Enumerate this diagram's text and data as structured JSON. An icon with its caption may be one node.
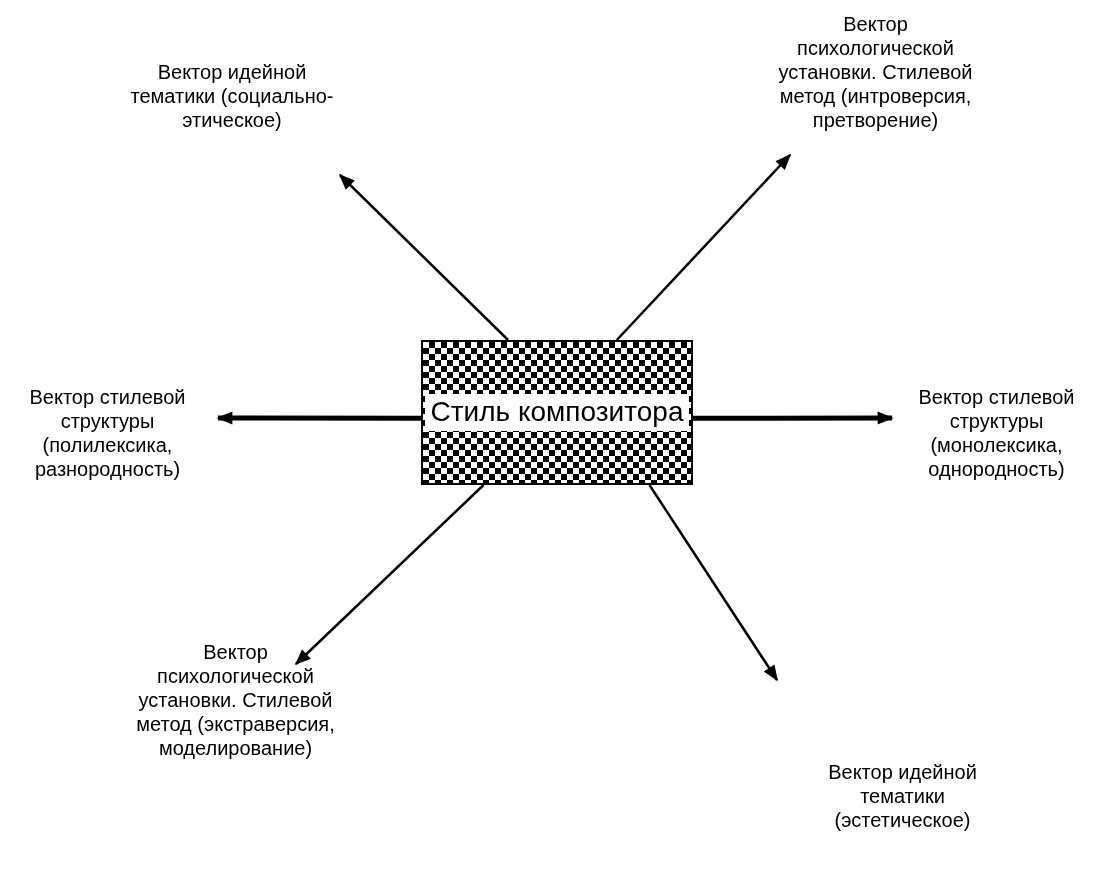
{
  "diagram": {
    "nodes": [
      {
        "text": [
          "Стиль композитора"
        ]
      },
      {
        "text": [
          "Вектор идейной тематики (социально-этическое)"
        ]
      },
      {
        "text": [
          "Вектор психологической установки. Стилевой метод (интроверсия, претворение)"
        ]
      },
      {
        "text": [
          "Вектор стилевой структуры (полилексика, разнородность)"
        ]
      },
      {
        "text": [
          "Вектор стилевой структуры (монолексика, однородность)"
        ]
      },
      {
        "text": [
          "Вектор психологической установки. Стилевой метод (экстраверсия, моделирование)"
        ]
      },
      {
        "text": [
          "Вектор идейной тематики (эстетическое)"
        ]
      }
    ],
    "edges": [
      {
        "from": 0,
        "to": 1,
        "arrow": "to"
      },
      {
        "from": 0,
        "to": 2,
        "arrow": "to"
      },
      {
        "from": 0,
        "to": 3,
        "arrow": "to",
        "style": "thick"
      },
      {
        "from": 0,
        "to": 4,
        "arrow": "to",
        "style": "thick"
      },
      {
        "from": 0,
        "to": 5,
        "arrow": "to"
      },
      {
        "from": 0,
        "to": 6,
        "arrow": "to"
      }
    ]
  }
}
